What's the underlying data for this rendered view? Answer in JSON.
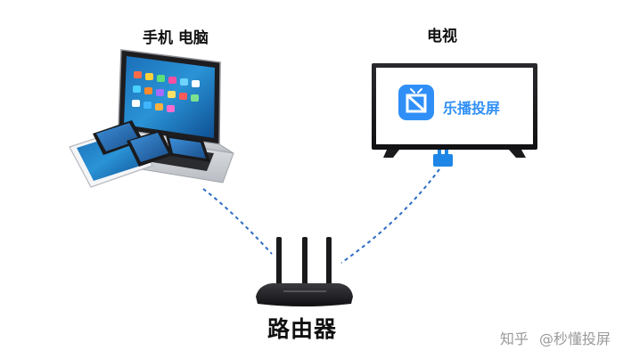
{
  "labels": {
    "devices": "手机 电脑",
    "tv": "电视",
    "router": "路由器"
  },
  "tv_screen": {
    "app_name": "乐播投屏",
    "app_icon": "lebo-app-icon"
  },
  "watermark": {
    "platform": "知乎",
    "author": "@秒懂投屏"
  },
  "colors": {
    "wifi_link": "#2b6cc4",
    "app_blue": "#2f8ff7",
    "router_body": "#1c1c1f",
    "dongle": "#1e86e6"
  }
}
